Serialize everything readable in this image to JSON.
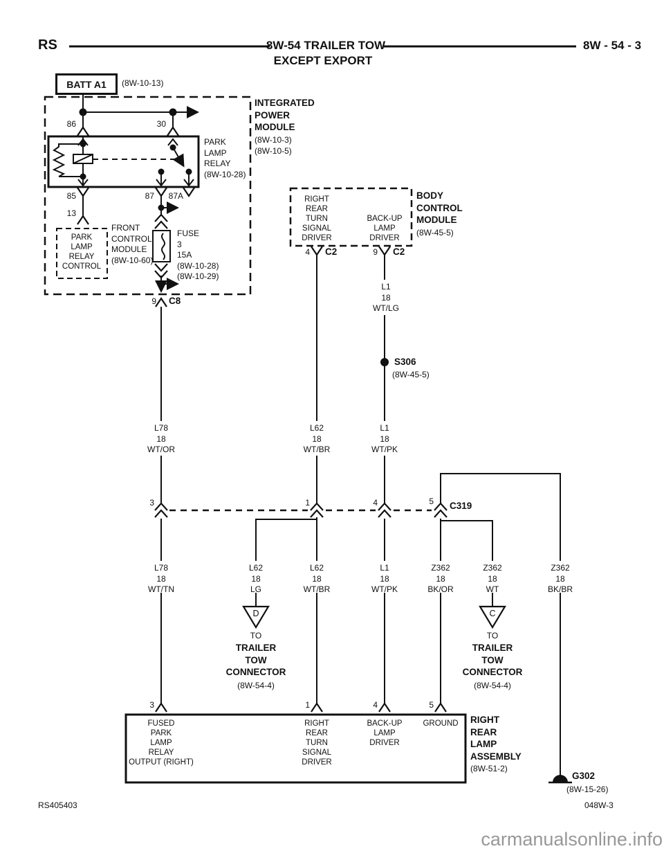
{
  "header": {
    "model": "RS",
    "title": "8W-54 TRAILER TOW",
    "subtitle": "EXCEPT EXPORT",
    "page": "8W - 54 - 3"
  },
  "battery": {
    "label": "BATT A1",
    "ref": "(8W-10-13)"
  },
  "ipm": {
    "name": [
      "INTEGRATED",
      "POWER",
      "MODULE"
    ],
    "refs": [
      "(8W-10-3)",
      "(8W-10-5)"
    ]
  },
  "relay": {
    "label": [
      "PARK",
      "LAMP",
      "RELAY",
      "(8W-10-28)"
    ],
    "pin86": "86",
    "pin30": "30",
    "pin85": "85",
    "pin87": "87",
    "pin87a": "87A"
  },
  "fcm": {
    "pin": "13",
    "control": [
      "PARK",
      "LAMP",
      "RELAY",
      "CONTROL"
    ],
    "name": [
      "FRONT",
      "CONTROL",
      "MODULE",
      "(8W-10-60)"
    ]
  },
  "fuse": {
    "label": [
      "FUSE",
      "3",
      "15A",
      "(8W-10-28)",
      "(8W-10-29)"
    ]
  },
  "c8": {
    "pin": "9",
    "name": "C8"
  },
  "bcm": {
    "name": [
      "BODY",
      "CONTROL",
      "MODULE"
    ],
    "ref": "(8W-45-5)",
    "driver1": [
      "RIGHT",
      "REAR",
      "TURN",
      "SIGNAL",
      "DRIVER"
    ],
    "driver2": [
      "BACK-UP",
      "LAMP",
      "DRIVER"
    ],
    "pin4": "4",
    "pin9": "9",
    "conn": "C2"
  },
  "splice": {
    "name": "S306",
    "ref": "(8W-45-5)"
  },
  "wires": {
    "wtlg": [
      "L1",
      "18",
      "WT/LG"
    ],
    "wtor": [
      "L78",
      "18",
      "WT/OR"
    ],
    "wtbr_upper": [
      "L62",
      "18",
      "WT/BR"
    ],
    "wtpk_upper": [
      "L1",
      "18",
      "WT/PK"
    ],
    "wttn": [
      "L78",
      "18",
      "WT/TN"
    ],
    "lg": [
      "L62",
      "18",
      "LG"
    ],
    "wtbr_lower": [
      "L62",
      "18",
      "WT/BR"
    ],
    "wtpk_lower": [
      "L1",
      "18",
      "WT/PK"
    ],
    "bkor": [
      "Z362",
      "18",
      "BK/OR"
    ],
    "wt": [
      "Z362",
      "18",
      "WT"
    ],
    "bkbr": [
      "Z362",
      "18",
      "BK/BR"
    ]
  },
  "c319": {
    "name": "C319",
    "pin3": "3",
    "pin1": "1",
    "pin4": "4",
    "pin5": "5"
  },
  "trailer_d": {
    "letter": "D",
    "to": "TO",
    "dest": [
      "TRAILER",
      "TOW",
      "CONNECTOR"
    ],
    "ref": "(8W-54-4)"
  },
  "trailer_c": {
    "letter": "C",
    "to": "TO",
    "dest": [
      "TRAILER",
      "TOW",
      "CONNECTOR"
    ],
    "ref": "(8W-54-4)"
  },
  "lamp": {
    "pin3": "3",
    "pin1": "1",
    "pin4": "4",
    "pin5": "5",
    "col1": [
      "FUSED",
      "PARK",
      "LAMP",
      "RELAY",
      "OUTPUT (RIGHT)"
    ],
    "col2": [
      "RIGHT",
      "REAR",
      "TURN",
      "SIGNAL",
      "DRIVER"
    ],
    "col3": [
      "BACK-UP",
      "LAMP",
      "DRIVER"
    ],
    "col4": [
      "GROUND"
    ],
    "name": [
      "RIGHT",
      "REAR",
      "LAMP",
      "ASSEMBLY"
    ],
    "ref": "(8W-51-2)"
  },
  "ground": {
    "name": "G302",
    "ref": "(8W-15-26)"
  },
  "footer": {
    "doc": "RS405403",
    "page": "048W-3",
    "watermark": "carmanualsonline.info"
  }
}
